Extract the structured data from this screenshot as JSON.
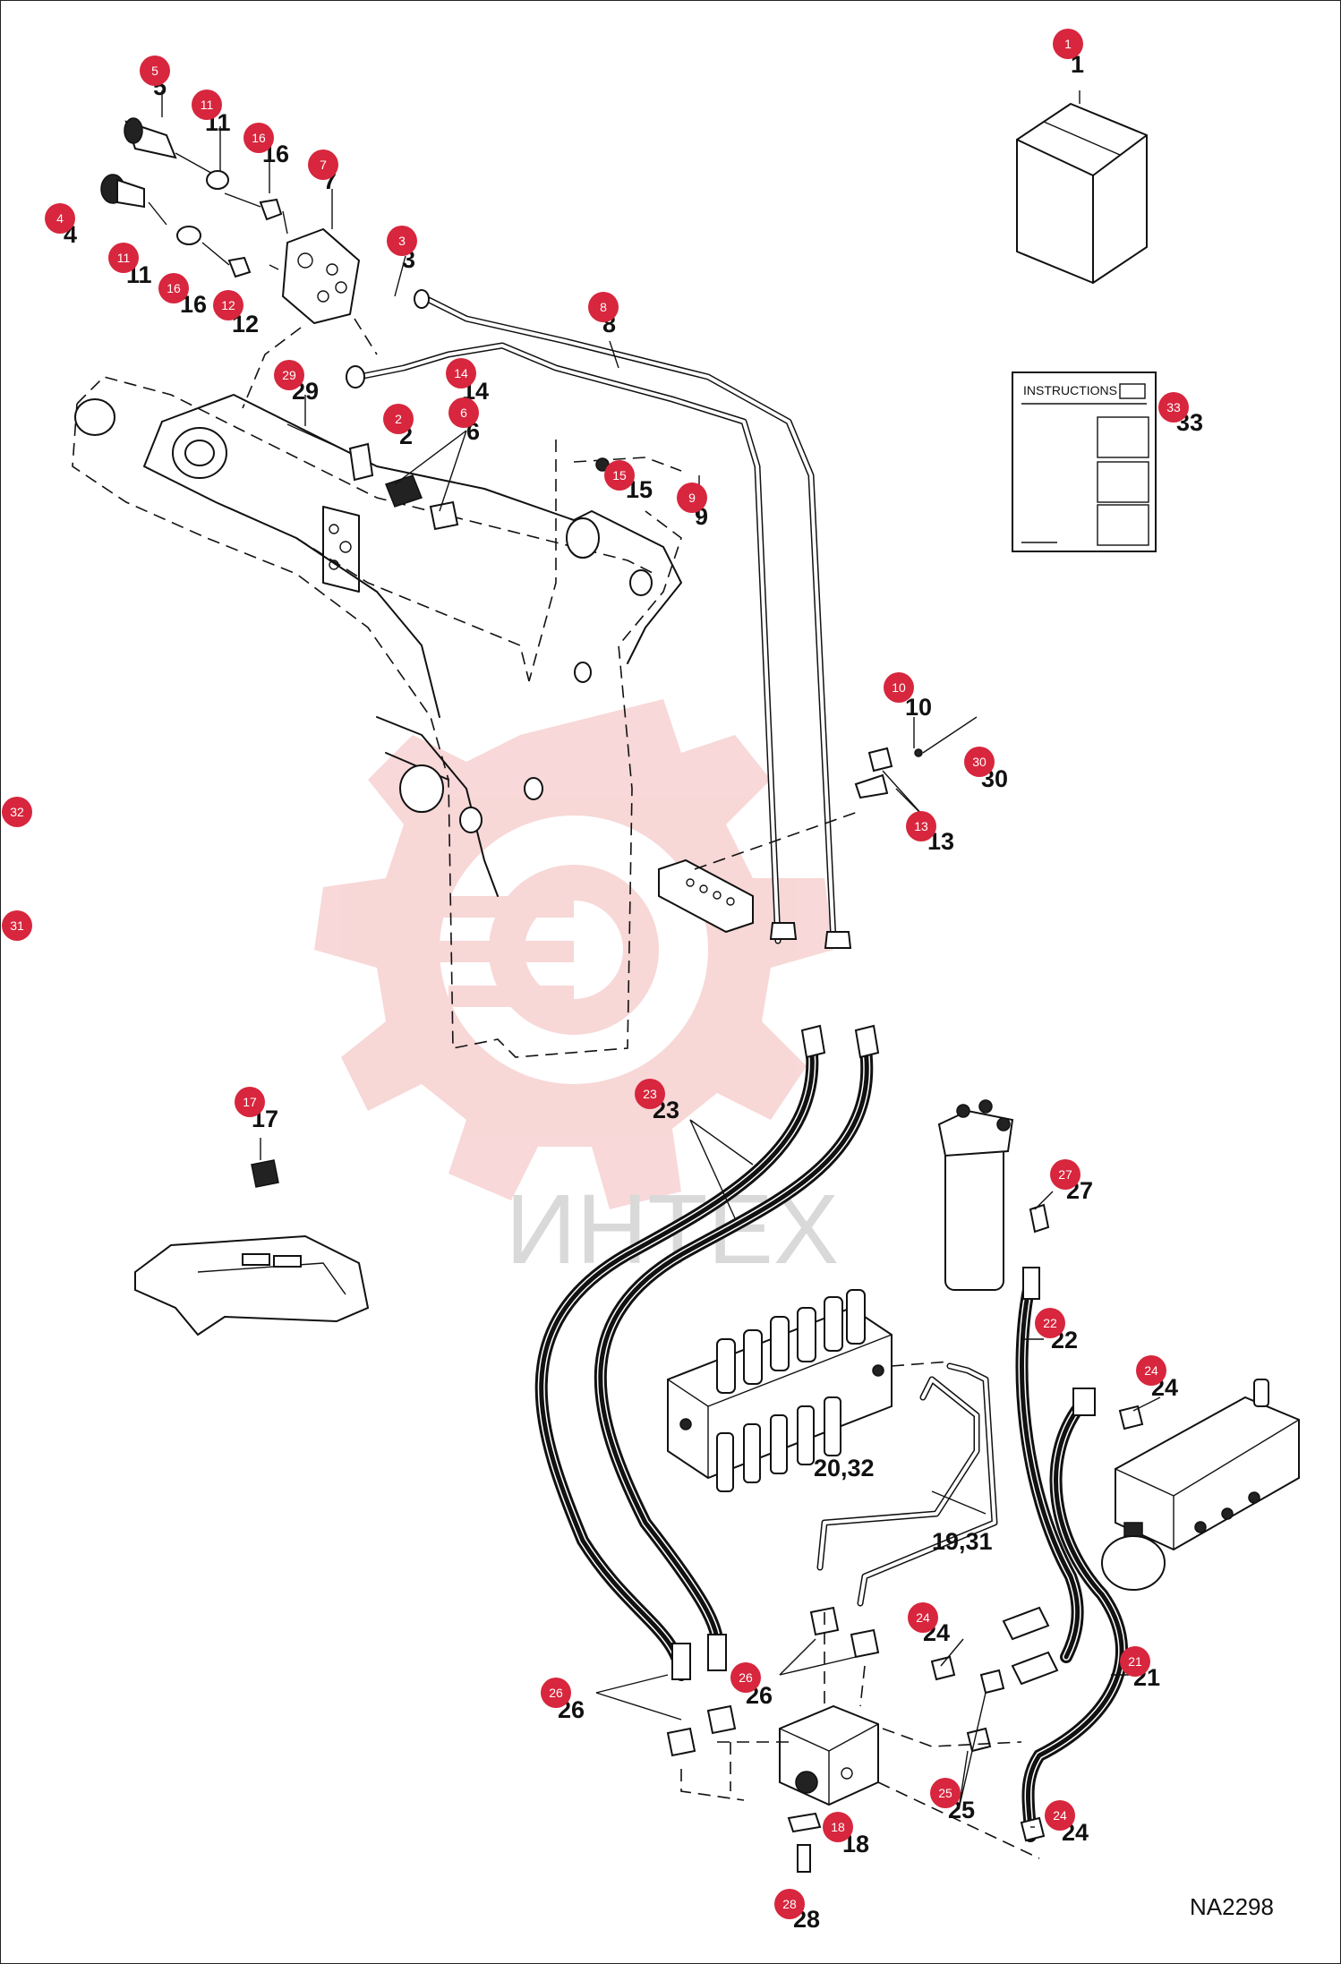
{
  "diagram": {
    "code": "NA2298",
    "watermark": "ИНТЕХ",
    "colors": {
      "callout": "#d7263d",
      "watermark": "#f3b8b8",
      "watermark_text": "#d9d9d9",
      "line": "#111111"
    },
    "instructions_label": "INSTRUCTIONS",
    "labels": [
      {
        "id": "l1",
        "text": "1"
      },
      {
        "id": "l2",
        "text": "2"
      },
      {
        "id": "l3",
        "text": "3"
      },
      {
        "id": "l4",
        "text": "4"
      },
      {
        "id": "l5",
        "text": "5"
      },
      {
        "id": "l6",
        "text": "6"
      },
      {
        "id": "l7",
        "text": "7"
      },
      {
        "id": "l8",
        "text": "8"
      },
      {
        "id": "l9",
        "text": "9"
      },
      {
        "id": "l10",
        "text": "10"
      },
      {
        "id": "l11a",
        "text": "11"
      },
      {
        "id": "l11b",
        "text": "11"
      },
      {
        "id": "l12",
        "text": "12"
      },
      {
        "id": "l13",
        "text": "13"
      },
      {
        "id": "l14",
        "text": "14"
      },
      {
        "id": "l15",
        "text": "15"
      },
      {
        "id": "l16a",
        "text": "16"
      },
      {
        "id": "l16b",
        "text": "16"
      },
      {
        "id": "l17",
        "text": "17"
      },
      {
        "id": "l18",
        "text": "18"
      },
      {
        "id": "l2032",
        "text": "20,32"
      },
      {
        "id": "l1931",
        "text": "19,31"
      },
      {
        "id": "l21",
        "text": "21"
      },
      {
        "id": "l22",
        "text": "22"
      },
      {
        "id": "l23",
        "text": "23"
      },
      {
        "id": "l24a",
        "text": "24"
      },
      {
        "id": "l24b",
        "text": "24"
      },
      {
        "id": "l24c",
        "text": "24"
      },
      {
        "id": "l25",
        "text": "25"
      },
      {
        "id": "l26a",
        "text": "26"
      },
      {
        "id": "l26b",
        "text": "26"
      },
      {
        "id": "l27",
        "text": "27"
      },
      {
        "id": "l28",
        "text": "28"
      },
      {
        "id": "l29",
        "text": "29"
      },
      {
        "id": "l30",
        "text": "30"
      },
      {
        "id": "l33",
        "text": "33"
      }
    ],
    "callouts": [
      {
        "id": "c1",
        "text": "1"
      },
      {
        "id": "c2",
        "text": "2"
      },
      {
        "id": "c3",
        "text": "3"
      },
      {
        "id": "c4",
        "text": "4"
      },
      {
        "id": "c5",
        "text": "5"
      },
      {
        "id": "c6",
        "text": "6"
      },
      {
        "id": "c7",
        "text": "7"
      },
      {
        "id": "c8",
        "text": "8"
      },
      {
        "id": "c9",
        "text": "9"
      },
      {
        "id": "c10",
        "text": "10"
      },
      {
        "id": "c11a",
        "text": "11"
      },
      {
        "id": "c11b",
        "text": "11"
      },
      {
        "id": "c12",
        "text": "12"
      },
      {
        "id": "c13",
        "text": "13"
      },
      {
        "id": "c14",
        "text": "14"
      },
      {
        "id": "c15",
        "text": "15"
      },
      {
        "id": "c16a",
        "text": "16"
      },
      {
        "id": "c16b",
        "text": "16"
      },
      {
        "id": "c17",
        "text": "17"
      },
      {
        "id": "c18",
        "text": "18"
      },
      {
        "id": "c21",
        "text": "21"
      },
      {
        "id": "c22",
        "text": "22"
      },
      {
        "id": "c23",
        "text": "23"
      },
      {
        "id": "c24a",
        "text": "24"
      },
      {
        "id": "c24b",
        "text": "24"
      },
      {
        "id": "c24c",
        "text": "24"
      },
      {
        "id": "c25",
        "text": "25"
      },
      {
        "id": "c26a",
        "text": "26"
      },
      {
        "id": "c26b",
        "text": "26"
      },
      {
        "id": "c27",
        "text": "27"
      },
      {
        "id": "c28",
        "text": "28"
      },
      {
        "id": "c29",
        "text": "29"
      },
      {
        "id": "c30",
        "text": "30"
      },
      {
        "id": "c31",
        "text": "31"
      },
      {
        "id": "c32",
        "text": "32"
      },
      {
        "id": "c33",
        "text": "33"
      }
    ]
  }
}
